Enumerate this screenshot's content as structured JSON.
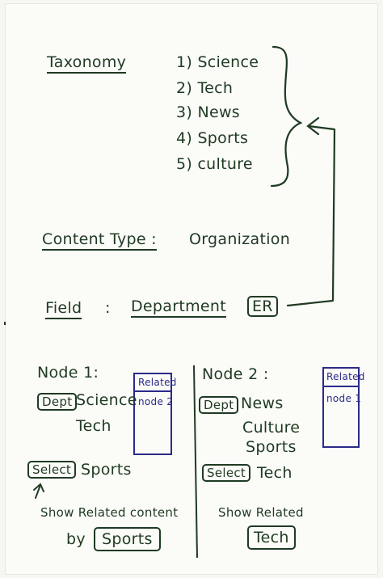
{
  "taxonomy": {
    "label": "Taxonomy",
    "items": [
      "1) Science",
      "2) Tech",
      "3) News",
      "4) Sports",
      "5) culture"
    ]
  },
  "content_type": {
    "label": "Content Type :",
    "value": "Organization"
  },
  "field": {
    "label": "Field",
    "colon": ":",
    "value": "Department",
    "type": "ER"
  },
  "node1": {
    "title": "Node 1:",
    "dept_label": "Dept",
    "dept_values": [
      "Science",
      "Tech"
    ],
    "related_header": "Related",
    "related_value": "node 2",
    "select_label": "Select",
    "select_value": "Sports",
    "caption_line1": "Show Related content",
    "caption_by": "by",
    "caption_button": "Sports"
  },
  "node2": {
    "title": "Node 2 :",
    "dept_label": "Dept",
    "dept_values": [
      "News",
      "Culture",
      "Sports"
    ],
    "related_header": "Related",
    "related_value": "node 1",
    "select_label": "Select",
    "select_value": "Tech",
    "caption_line1": "Show Related",
    "caption_button": "Tech"
  },
  "colors": {
    "ink_green": "#1f3a22",
    "ink_blue": "#2a2a8a",
    "paper": "#fbfbf8"
  }
}
